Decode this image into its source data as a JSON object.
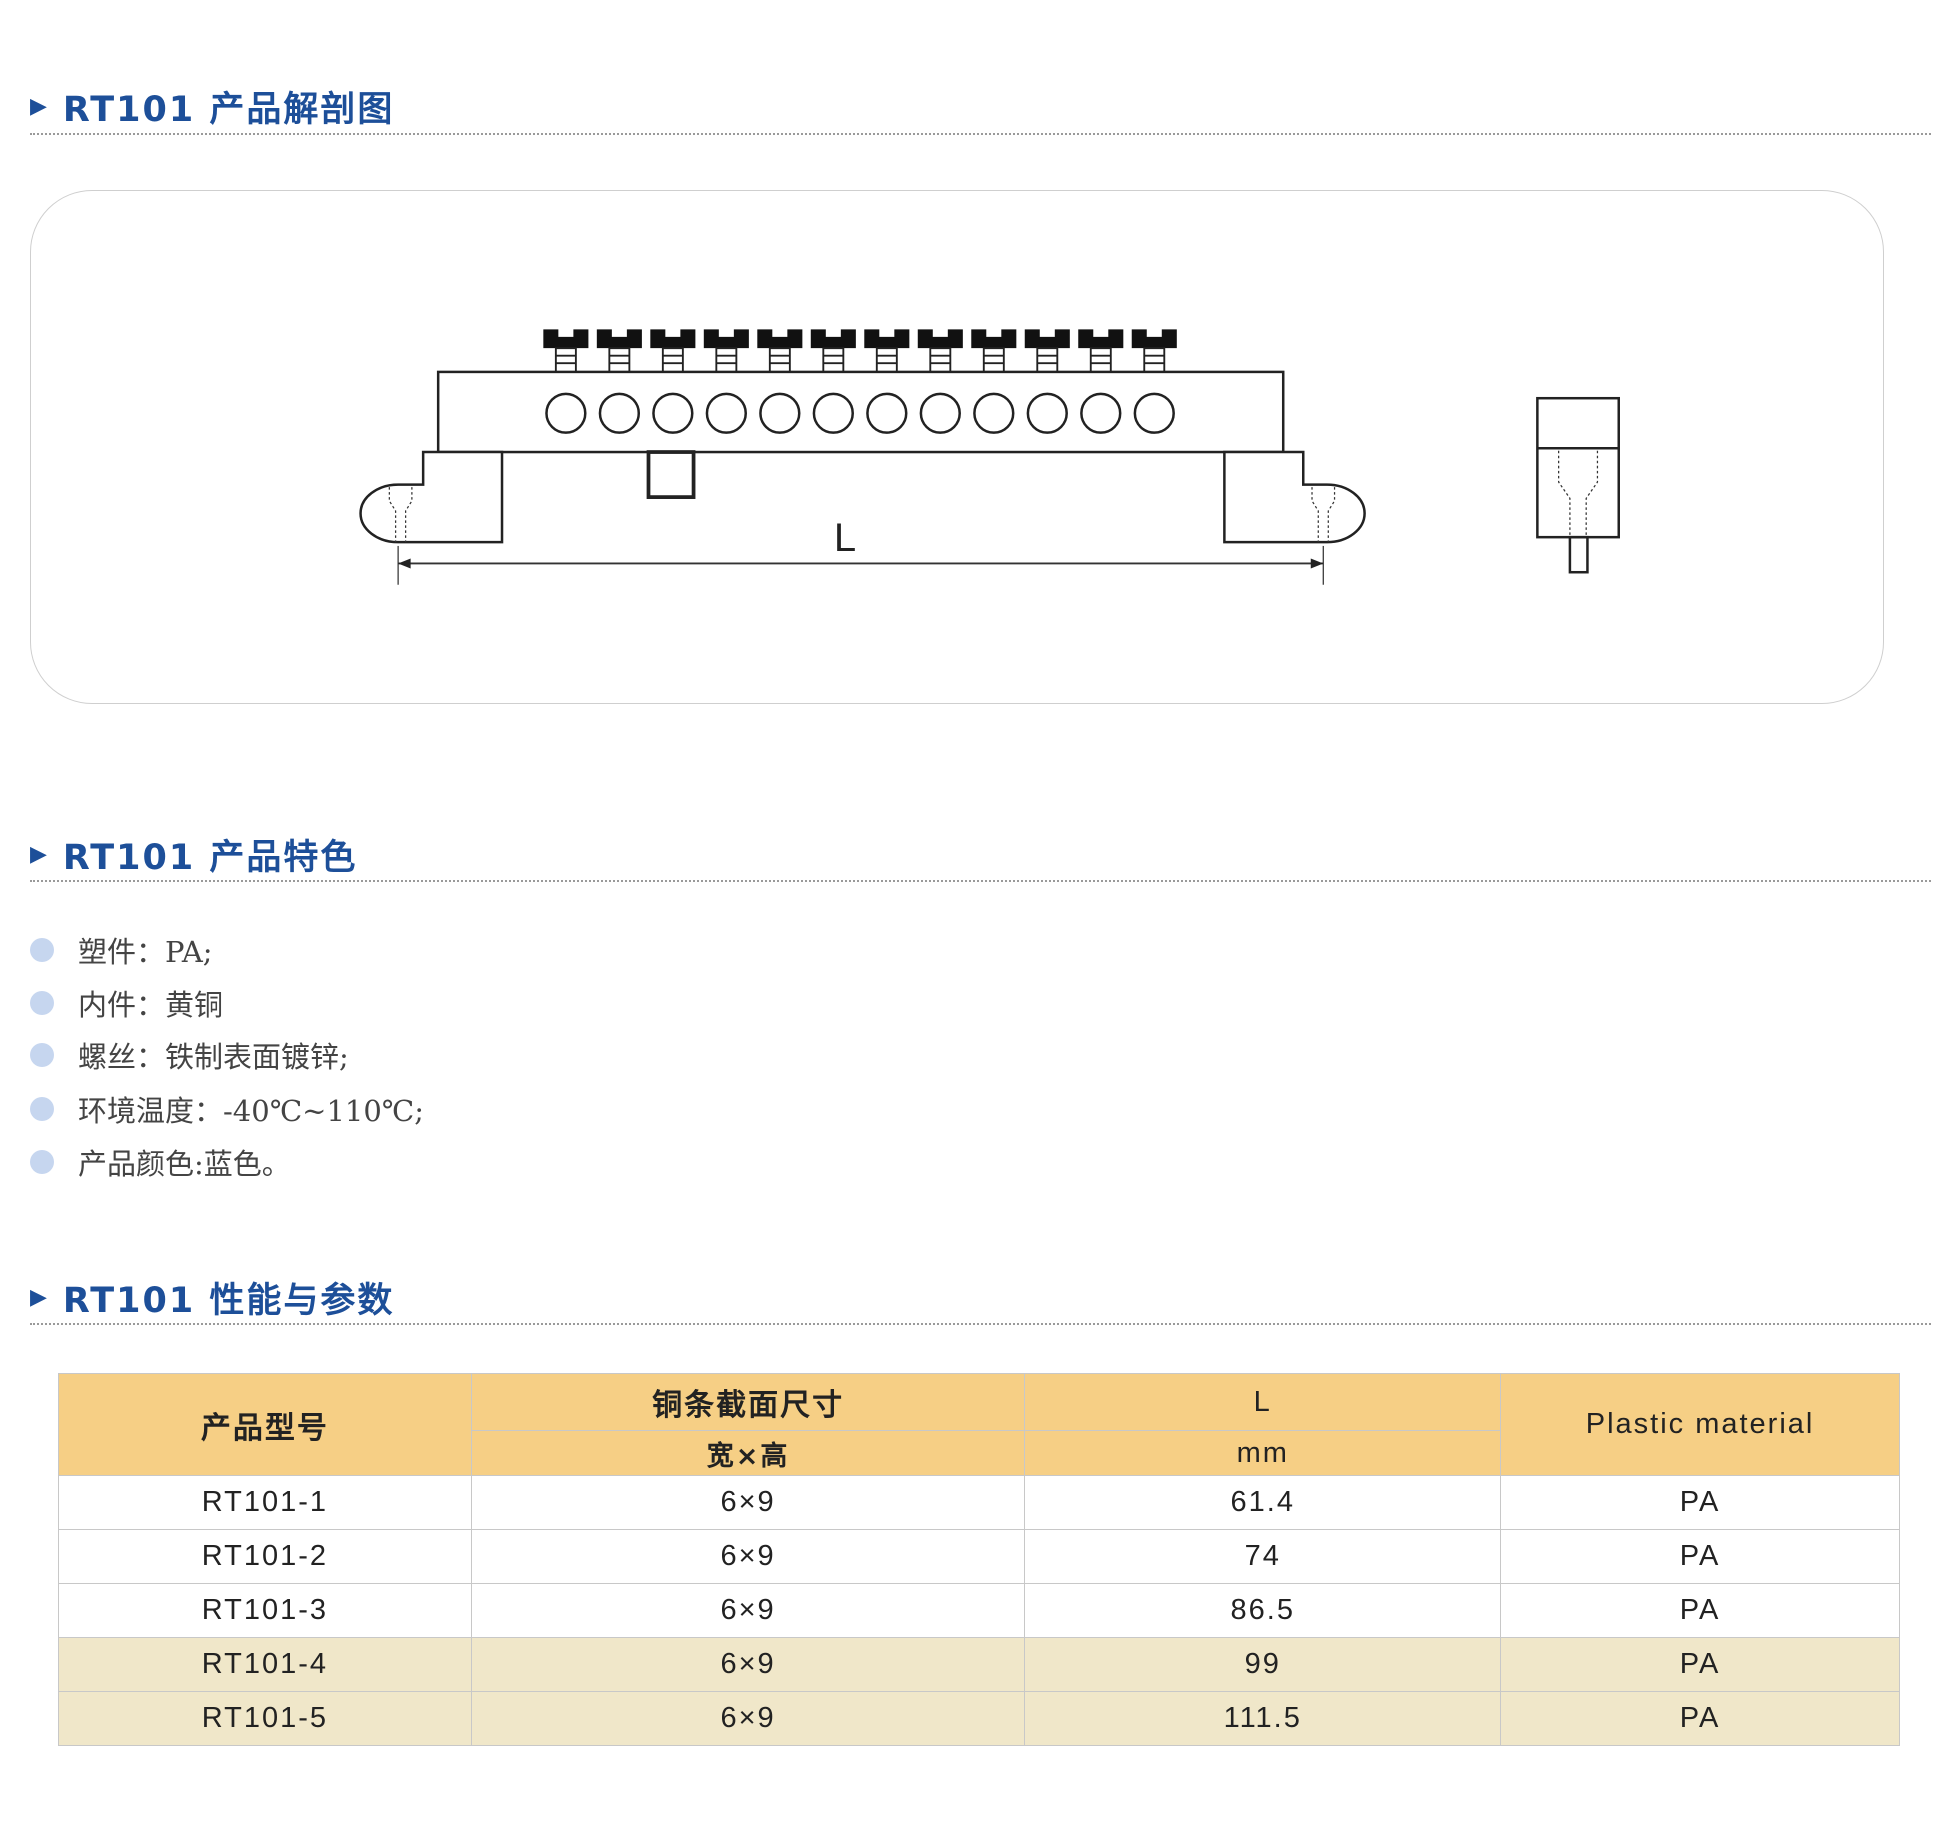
{
  "sections": {
    "cutaway_title": "RT101 产品解剖图",
    "features_title": "RT101 产品特色",
    "params_title": "RT101 性能与参数"
  },
  "diagram": {
    "dimension_label": "L",
    "screw_count": 12
  },
  "features": [
    "塑件：PA;",
    "内件：黄铜",
    "螺丝：铁制表面镀锌;",
    "环境温度：-40℃~110℃;",
    "产品颜色:蓝色。"
  ],
  "table": {
    "headers": {
      "model": "产品型号",
      "section": "铜条截面尺寸",
      "section_sub": "宽×高",
      "length": "L",
      "length_unit": "mm",
      "material": "Plastic material"
    },
    "rows": [
      {
        "model": "RT101-1",
        "section": "6×9",
        "length": "61.4",
        "material": "PA"
      },
      {
        "model": "RT101-2",
        "section": "6×9",
        "length": "74",
        "material": "PA"
      },
      {
        "model": "RT101-3",
        "section": "6×9",
        "length": "86.5",
        "material": "PA"
      },
      {
        "model": "RT101-4",
        "section": "6×9",
        "length": "99",
        "material": "PA"
      },
      {
        "model": "RT101-5",
        "section": "6×9",
        "length": "111.5",
        "material": "PA"
      }
    ]
  },
  "colors": {
    "heading": "#1d4f99",
    "header_fill": "#f6cf85",
    "tint_row": "#f0e7c9",
    "bullet": "#c6d6ef"
  }
}
